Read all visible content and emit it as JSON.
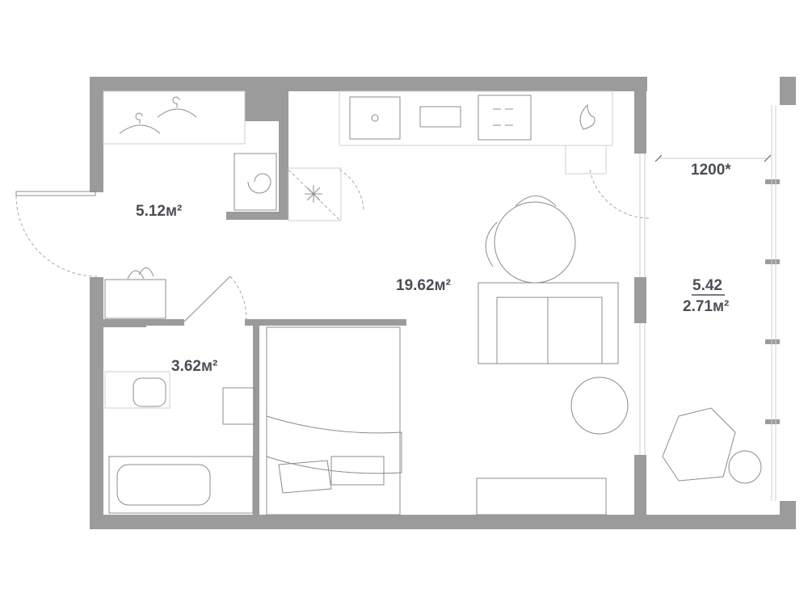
{
  "rooms": {
    "hallway": {
      "area": "5.12м²"
    },
    "living": {
      "area": "19.62м²"
    },
    "bathroom": {
      "area": "3.62м²"
    },
    "balcony": {
      "area_total": "5.42",
      "area": "2.71м²"
    }
  },
  "dimension": {
    "balcony_width": "1200*"
  },
  "colors": {
    "wall": "#9b9b9b",
    "text": "#4a4f55"
  }
}
